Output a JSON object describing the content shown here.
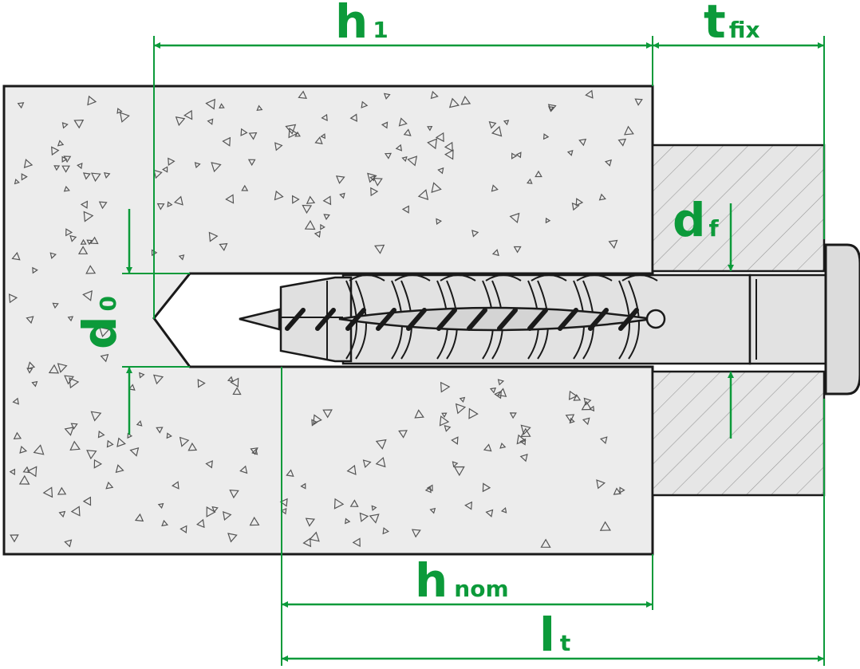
{
  "colors": {
    "accent": "#0c9a3a",
    "outline": "#1a1a1a",
    "concrete": "#ececec",
    "fixture": "#e6e6e6",
    "anchor": "#dcdcdc"
  },
  "labels": {
    "h1": {
      "main": "h",
      "sub": "1"
    },
    "tfix": {
      "main": "t",
      "sub": "fix"
    },
    "d0": {
      "main": "d",
      "sub": "0"
    },
    "df": {
      "main": "d",
      "sub": "f"
    },
    "hnom": {
      "main": "h",
      "sub": "nom"
    },
    "lt": {
      "main": "l",
      "sub": "t"
    }
  }
}
